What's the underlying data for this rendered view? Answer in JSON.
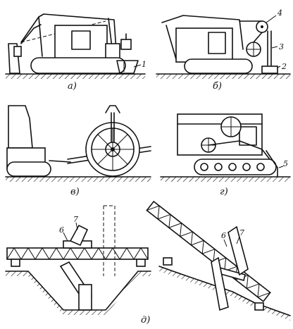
{
  "panels": {
    "a": {
      "caption": "а)",
      "callouts": [
        "1"
      ]
    },
    "b": {
      "caption": "б)",
      "callouts": [
        "4",
        "3",
        "2"
      ]
    },
    "v": {
      "caption": "в)",
      "callouts": []
    },
    "g": {
      "caption": "г)",
      "callouts": [
        "5"
      ]
    },
    "d": {
      "caption": "д)",
      "callouts": [
        "6",
        "7",
        "6",
        "7"
      ]
    }
  }
}
